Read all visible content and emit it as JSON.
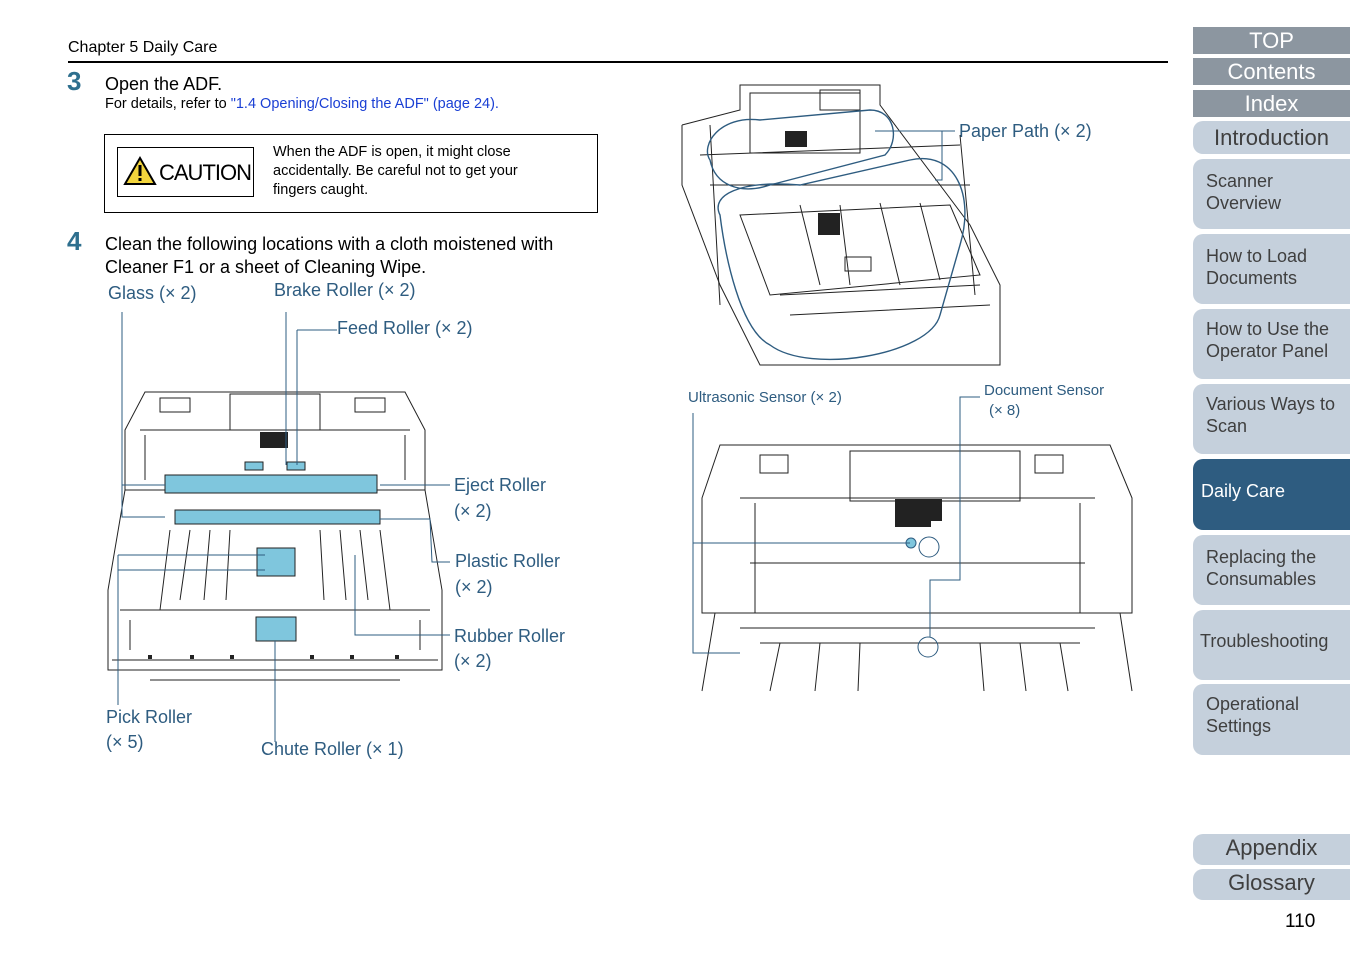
{
  "header": {
    "chapter": "Chapter 5 Daily Care"
  },
  "step3": {
    "number": "3",
    "title": "Open the ADF.",
    "detail_prefix": "For details, refer to ",
    "detail_link": "\"1.4 Opening/Closing the ADF\" (page 24).",
    "caution": {
      "badge": "CAUTION",
      "lines": [
        "When the ADF is open, it might close",
        "accidentally. Be careful not to get your",
        "fingers caught."
      ]
    }
  },
  "step4": {
    "number": "4",
    "lines": [
      "Clean the following locations with a cloth moistened with",
      "Cleaner F1 or a sheet of Cleaning Wipe."
    ]
  },
  "figure1_labels": {
    "glass": "Glass (× 2)",
    "brake_roller": "Brake Roller (× 2)",
    "feed_roller": "Feed Roller (× 2)",
    "eject_roller": [
      "Eject Roller",
      "(× 2)"
    ],
    "plastic_roller": [
      "Plastic Roller",
      "(× 2)"
    ],
    "rubber_roller": [
      "Rubber Roller",
      "(× 2)"
    ],
    "pick_roller": [
      "Pick Roller",
      "(× 5)"
    ],
    "chute_roller": "Chute Roller (× 1)"
  },
  "figure2_labels": {
    "paper_path": "Paper Path (× 2)"
  },
  "figure3_labels": {
    "ultrasonic": "Ultrasonic Sensor (× 2)",
    "document_sensor": [
      "Document Sensor",
      "(× 8)"
    ]
  },
  "sidebar": {
    "top": "TOP",
    "contents": "Contents",
    "index": "Index",
    "introduction": "Introduction",
    "sections": [
      [
        "Scanner",
        "Overview"
      ],
      [
        "How to Load",
        "Documents"
      ],
      [
        "How to Use the",
        "Operator Panel"
      ],
      [
        "Various Ways to",
        "Scan"
      ],
      [
        "Daily Care"
      ],
      [
        "Replacing the",
        "Consumables"
      ],
      [
        "Troubleshooting"
      ],
      [
        "Operational",
        "Settings"
      ]
    ],
    "appendix": "Appendix",
    "glossary": "Glossary"
  },
  "page_number": "110",
  "colors": {
    "accent": "#2e5c80",
    "nav_bg": "#c5d0dc",
    "nav_top": "#8c96a0",
    "highlight": "#7fc6dd",
    "step_number": "#2e6f8e"
  }
}
